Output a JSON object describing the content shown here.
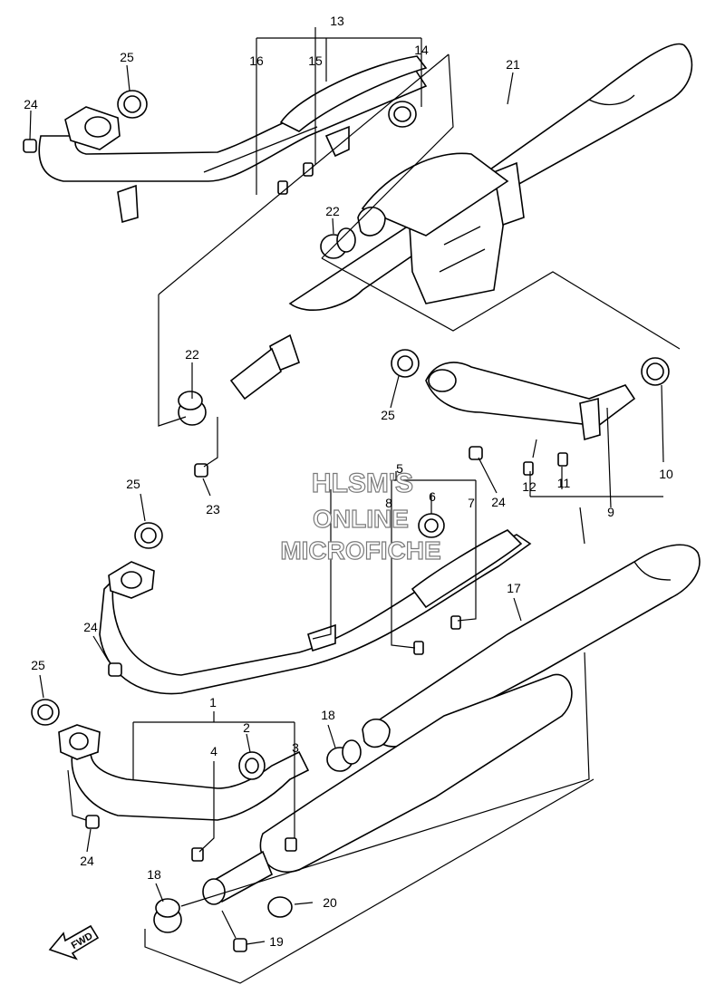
{
  "watermark": {
    "line1": "HLSM'S",
    "line2": "ONLINE",
    "line3": "MICROFICHE"
  },
  "fwd_label": "FWD",
  "callouts": {
    "c1": "1",
    "c2": "2",
    "c3": "3",
    "c4": "4",
    "c5": "5",
    "c6": "6",
    "c7": "7",
    "c8": "8",
    "c9": "9",
    "c10": "10",
    "c11": "11",
    "c12": "12",
    "c13": "13",
    "c14": "14",
    "c15": "15",
    "c16": "16",
    "c17": "17",
    "c18a": "18",
    "c18b": "18",
    "c19": "19",
    "c20": "20",
    "c21": "21",
    "c22a": "22",
    "c22b": "22",
    "c23": "23",
    "c24a": "24",
    "c24b": "24",
    "c24c": "24",
    "c24d": "24",
    "c25a": "25",
    "c25b": "25",
    "c25c": "25",
    "c25d": "25"
  }
}
